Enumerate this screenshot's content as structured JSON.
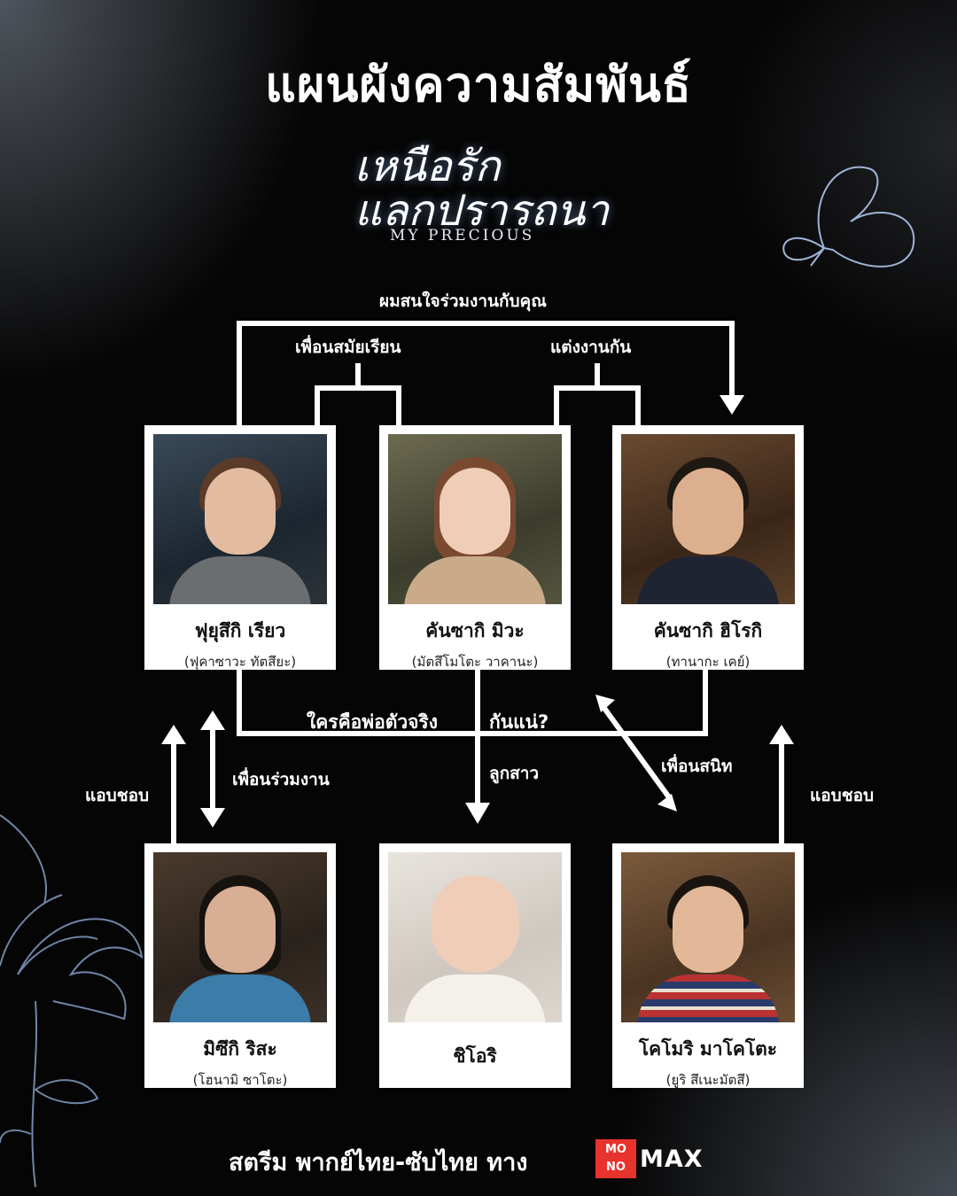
{
  "title": "แผนผังความสัมพันธ์",
  "logo": {
    "thai_line1": "เหนือรัก",
    "thai_line2": "แลกปรารถนา",
    "english": "MY PRECIOUS"
  },
  "relations": {
    "work_together": "ผมสนใจร่วมงานกับคุณ",
    "school_friends": "เพื่อนสมัยเรียน",
    "married": "แต่งงานกัน",
    "who_is_father_a": "ใครคือพ่อตัวจริง",
    "who_is_father_b": "กันแน่?",
    "daughter": "ลูกสาว",
    "close_friend": "เพื่อนสนิท",
    "coworker": "เพื่อนร่วมงาน",
    "crush_left": "แอบชอบ",
    "crush_right": "แอบชอบ"
  },
  "characters": [
    {
      "name": "ฟุยุสึกิ เรียว",
      "actor": "(ฟุคาซาวะ ทัตสึยะ)"
    },
    {
      "name": "คันซากิ มิวะ",
      "actor": "(มัตสึโมโตะ วาคานะ)"
    },
    {
      "name": "คันซากิ ฮิโรกิ",
      "actor": "(ทานากะ เคย์)"
    },
    {
      "name": "มิซึกิ ริสะ",
      "actor": "(โฮนามิ ซาโตะ)"
    },
    {
      "name": "ชิโอริ",
      "actor": ""
    },
    {
      "name": "โคโมริ มาโคโตะ",
      "actor": "(ยูริ สึเนะมัตสึ)"
    }
  ],
  "footer": {
    "text": "สตรีม พากย์ไทย-ซับไทย ทาง",
    "brand_box_top": "MO",
    "brand_box_bottom": "NO",
    "brand_text": "MAX"
  },
  "colors": {
    "background": "#050505",
    "card": "#ffffff",
    "line": "#ffffff",
    "brand_red": "#e8322d"
  }
}
